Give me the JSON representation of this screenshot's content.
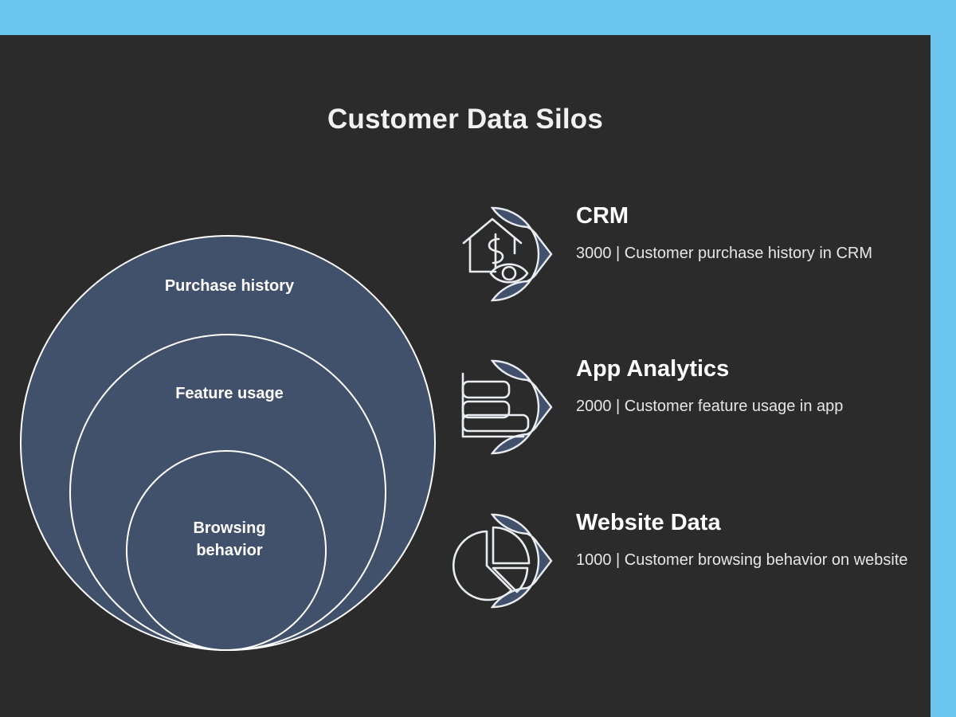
{
  "slide": {
    "title": "Customer Data Silos",
    "accent_color": "#6cc5ee",
    "background_color": "#2b2b2b",
    "circle_fill_color": "#41506b",
    "circle_stroke_color": "#ffffff",
    "text_color": "#ffffff"
  },
  "circles": [
    {
      "label": "Purchase history",
      "level": 1
    },
    {
      "label": "Feature usage",
      "level": 2
    },
    {
      "label": "Browsing behavior",
      "label_line1": "Browsing",
      "label_line2": "behavior",
      "level": 3
    }
  ],
  "items": [
    {
      "icon": "house-dollar-eye-icon",
      "title": "CRM",
      "description": "3000 | Customer purchase history in CRM",
      "value": "3000",
      "detail": "Customer purchase history in CRM"
    },
    {
      "icon": "bar-chart-icon",
      "title": "App Analytics",
      "description": "2000 | Customer feature usage in app",
      "value": "2000",
      "detail": "Customer feature usage in app"
    },
    {
      "icon": "pie-chart-icon",
      "title": "Website Data",
      "description": "1000 | Customer browsing behavior on website",
      "value": "1000",
      "detail": "Customer browsing behavior on website"
    }
  ],
  "chart_data": {
    "type": "pie",
    "title": "Customer Data Silos",
    "categories": [
      "Customer purchase history in CRM",
      "Customer feature usage in app",
      "Customer browsing behavior on website"
    ],
    "labels": [
      "Purchase history",
      "Feature usage",
      "Browsing behavior"
    ],
    "sources": [
      "CRM",
      "App Analytics",
      "Website Data"
    ],
    "values": [
      3000,
      2000,
      1000
    ],
    "xlabel": "",
    "ylabel": "",
    "legend": "right"
  }
}
